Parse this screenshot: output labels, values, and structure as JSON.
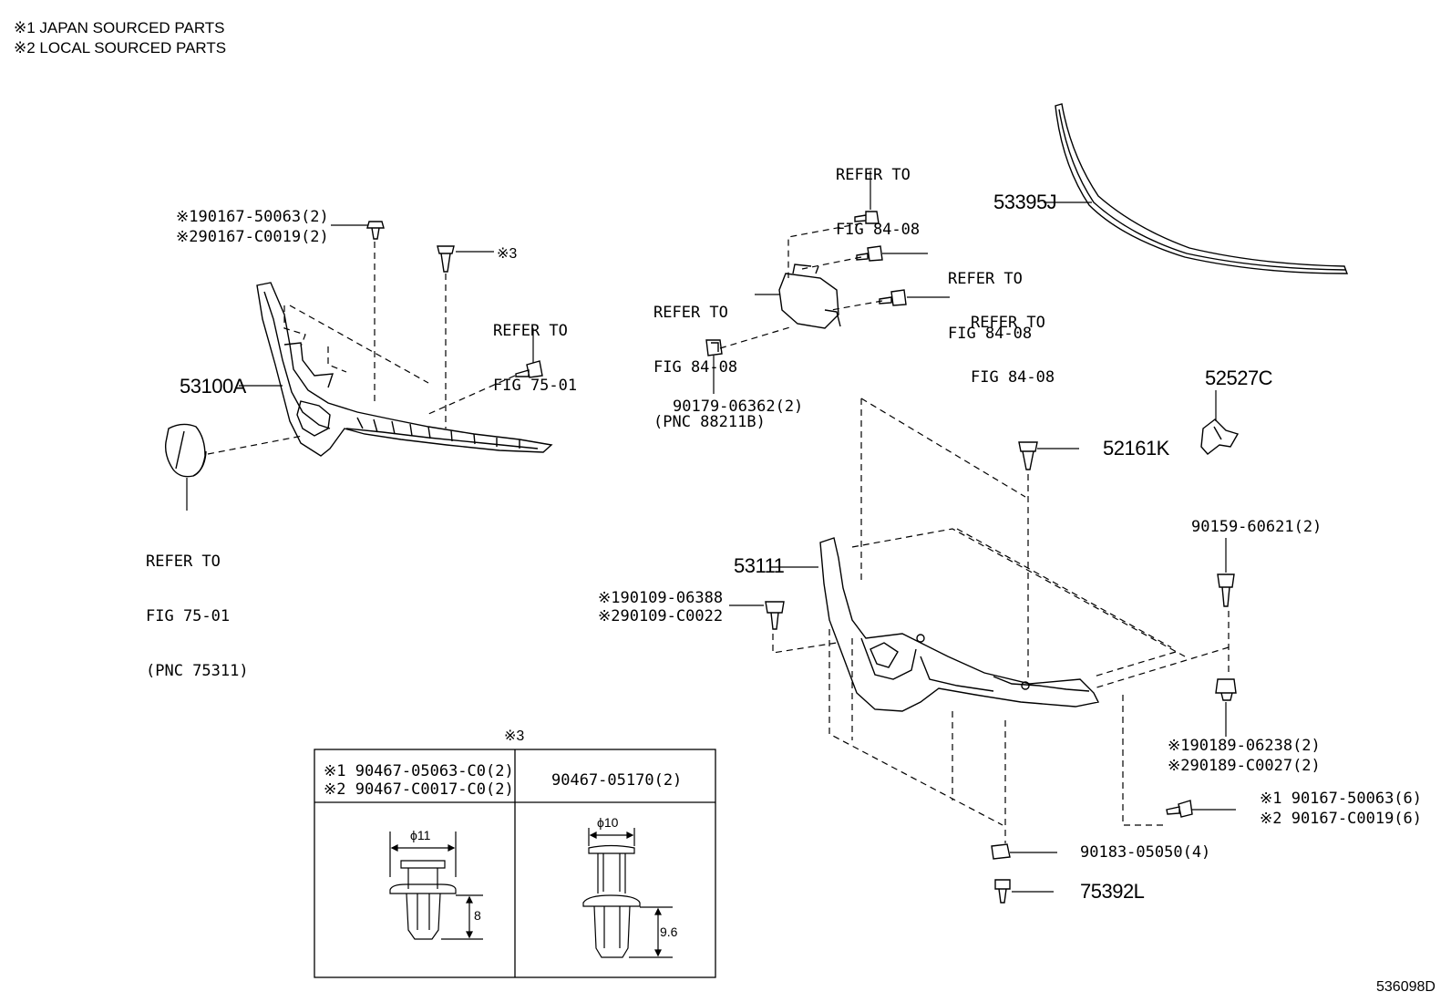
{
  "legend": {
    "line1": "※1 JAPAN SOURCED PARTS",
    "line2": "※2 LOCAL SOURCED PARTS"
  },
  "refs": {
    "refer_to": "REFER TO",
    "fig_75_01": "FIG 75-01",
    "fig_84_08": "FIG 84-08",
    "pnc_75311": "(PNC 75311)",
    "pnc_88211b": "(PNC 88211B)"
  },
  "parts": {
    "p53100a": "53100A",
    "p53395j": "53395J",
    "p52527c": "52527C",
    "p52161k": "52161K",
    "p53111": "53111",
    "p75392l": "75392L",
    "screw_top_1": "※190167-50063(2)",
    "screw_top_2": "※290167-C0019(2)",
    "mark3": "※3",
    "p90179": "90179-06362(2)",
    "p90159": "90159-60621(2)",
    "bolt_1": "※190109-06388",
    "bolt_2": "※290109-C0022",
    "nut_1": "※190189-06238(2)",
    "nut_2": "※290189-C0027(2)",
    "screw_r_1": "※1 90167-50063(6)",
    "screw_r_2": "※2 90167-C0019(6)",
    "p90183": "90183-05050(4)"
  },
  "clip_table": {
    "title": "※3",
    "left_head_1": "※1 90467-05063-C0(2)",
    "left_head_2": "※2 90467-C0017-C0(2)",
    "right_head": "90467-05170(2)",
    "left_diam": "ϕ11",
    "left_len": "8",
    "right_diam": "ϕ10",
    "right_len": "9.6"
  },
  "footer": {
    "drawing_id": "536098D"
  }
}
